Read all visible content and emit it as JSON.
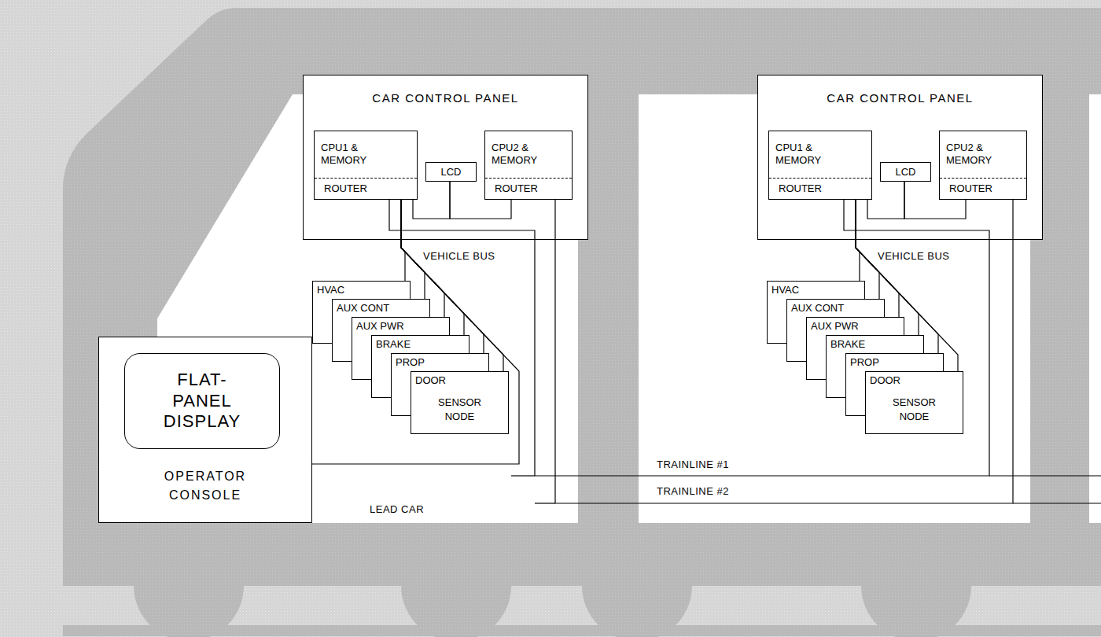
{
  "diagram": {
    "nodes": [
      {
        "text": [
          "CAR CONTROL PANEL"
        ]
      },
      {
        "text": [
          "CPU1 & MEMORY",
          "ROUTER"
        ],
        "in": 0
      },
      {
        "text": [
          "LCD"
        ],
        "in": 0
      },
      {
        "text": [
          "CPU2 & MEMORY",
          "ROUTER"
        ],
        "in": 0
      },
      {
        "text": [
          "HVAC"
        ]
      },
      {
        "text": [
          "AUX CONT"
        ]
      },
      {
        "text": [
          "AUX PWR"
        ]
      },
      {
        "text": [
          "BRAKE"
        ]
      },
      {
        "text": [
          "PROP"
        ]
      },
      {
        "text": [
          "DOOR",
          "SENSOR NODE"
        ]
      },
      {
        "text": [
          "CAR CONTROL PANEL"
        ]
      },
      {
        "text": [
          "CPU1 & MEMORY",
          "ROUTER"
        ],
        "in": 10
      },
      {
        "text": [
          "LCD"
        ],
        "in": 10
      },
      {
        "text": [
          "CPU2 & MEMORY",
          "ROUTER"
        ],
        "in": 10
      },
      {
        "text": [
          "HVAC"
        ]
      },
      {
        "text": [
          "AUX CONT"
        ]
      },
      {
        "text": [
          "AUX PWR"
        ]
      },
      {
        "text": [
          "BRAKE"
        ]
      },
      {
        "text": [
          "PROP"
        ]
      },
      {
        "text": [
          "DOOR",
          "SENSOR NODE"
        ]
      },
      {
        "text": [
          "OPERATOR CONSOLE"
        ]
      },
      {
        "text": [
          "FLAT-PANEL DISPLAY"
        ],
        "in": 20
      }
    ],
    "edges": [
      {
        "from": 1,
        "to": 2,
        "arrow": "none"
      },
      {
        "from": 2,
        "to": 3,
        "arrow": "none"
      },
      {
        "from": 1,
        "to": 4,
        "arrow": "none"
      },
      {
        "from": 1,
        "to": 5,
        "arrow": "none"
      },
      {
        "from": 1,
        "to": 6,
        "arrow": "none"
      },
      {
        "from": 1,
        "to": 7,
        "arrow": "none"
      },
      {
        "from": 1,
        "to": 8,
        "arrow": "none"
      },
      {
        "from": 1,
        "to": 9,
        "arrow": "none"
      },
      {
        "from": 1,
        "to": 20,
        "arrow": "none"
      },
      {
        "from": 1,
        "to": 11,
        "arrow": "none"
      },
      {
        "from": 3,
        "to": 13,
        "arrow": "none"
      },
      {
        "from": 11,
        "to": 12,
        "arrow": "none"
      },
      {
        "from": 12,
        "to": 13,
        "arrow": "none"
      },
      {
        "from": 11,
        "to": 14,
        "arrow": "none"
      },
      {
        "from": 11,
        "to": 15,
        "arrow": "none"
      },
      {
        "from": 11,
        "to": 16,
        "arrow": "none"
      },
      {
        "from": 11,
        "to": 17,
        "arrow": "none"
      },
      {
        "from": 11,
        "to": 18,
        "arrow": "none"
      },
      {
        "from": 11,
        "to": 19,
        "arrow": "none"
      }
    ],
    "labels": [
      "VEHICLE BUS",
      "VEHICLE BUS",
      "TRAINLINE #1",
      "TRAINLINE #2",
      "LEAD CAR"
    ]
  }
}
